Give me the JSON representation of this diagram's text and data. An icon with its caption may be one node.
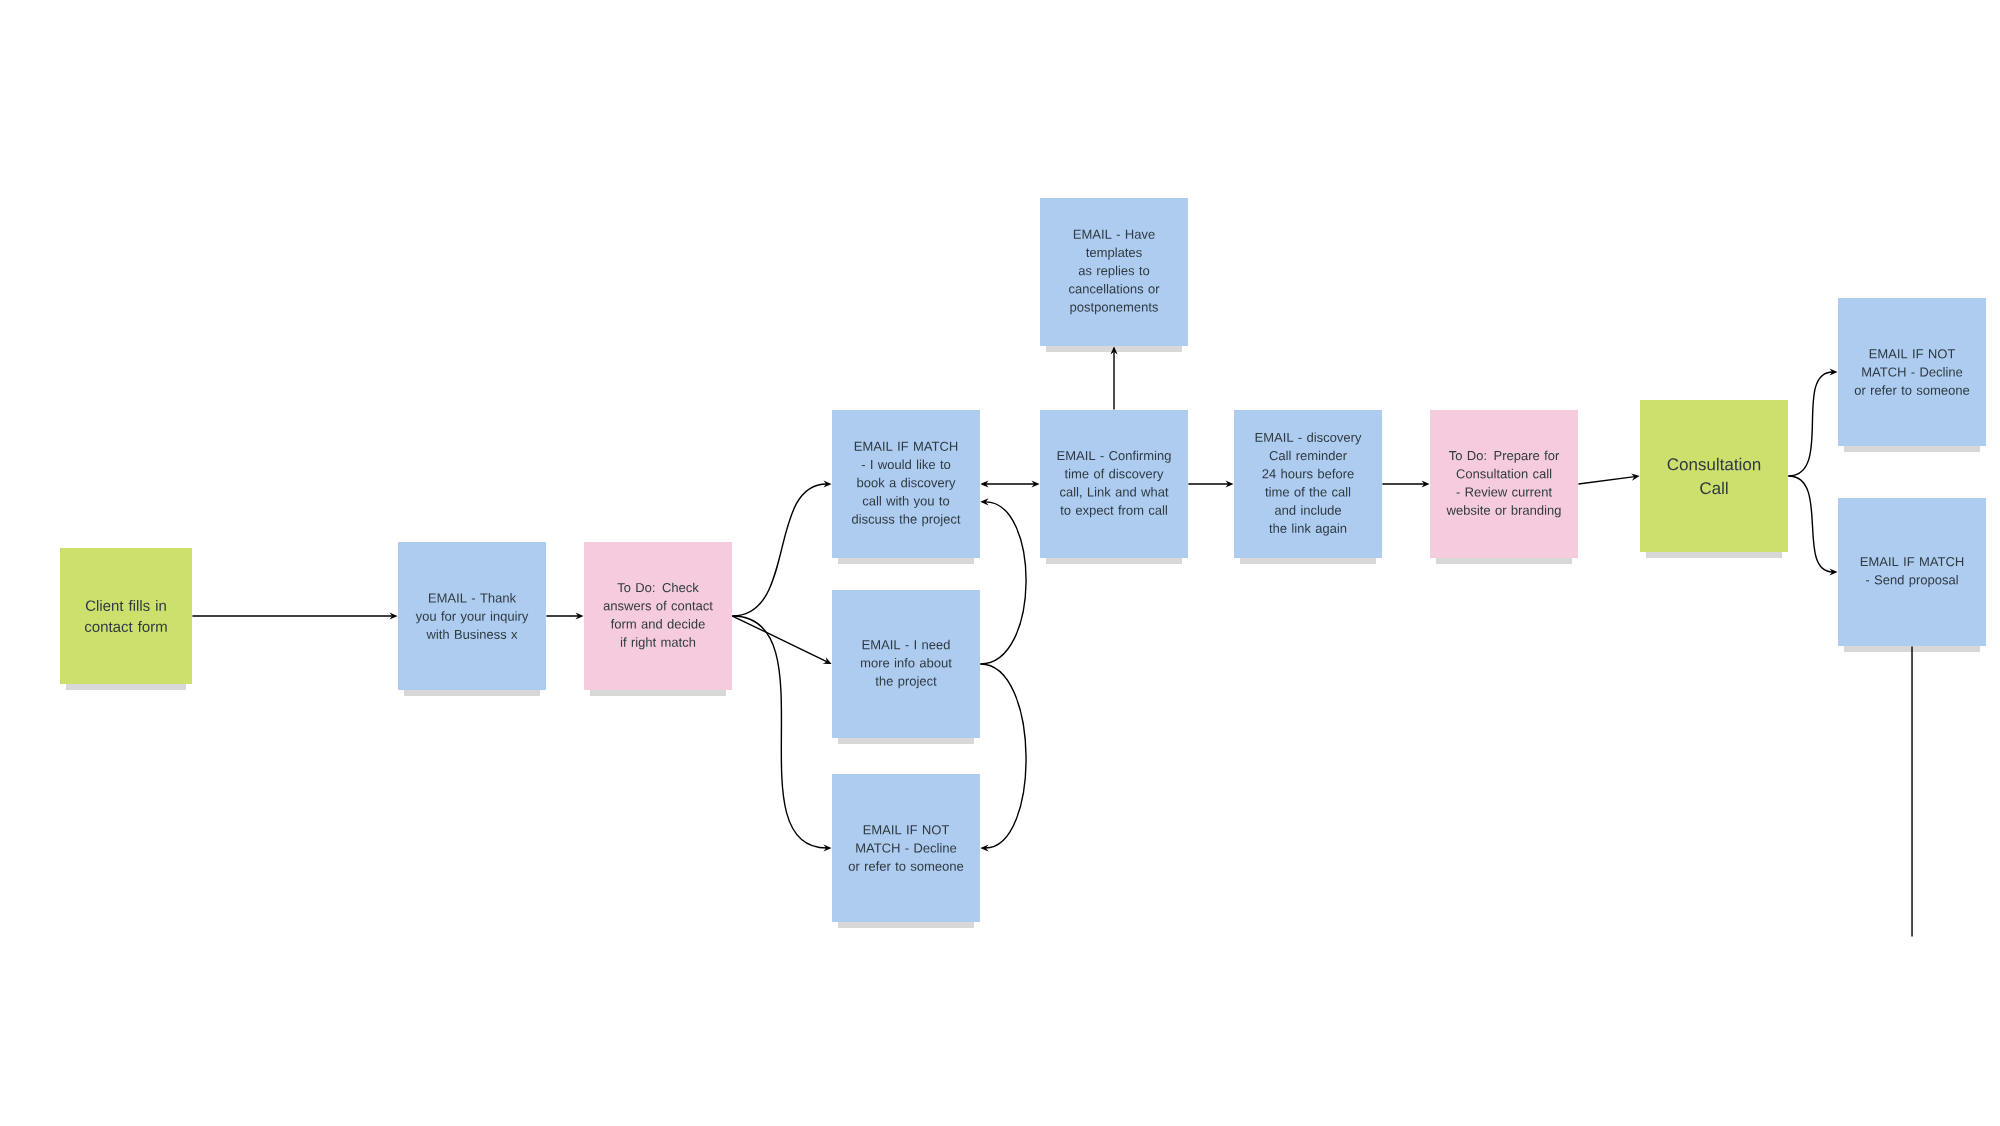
{
  "diagram": {
    "nodes": [
      {
        "text": [
          "Client fills in contact form"
        ]
      },
      {
        "text": [
          "EMAIL - Thank you for your inquiry with Business x"
        ]
      },
      {
        "text": [
          "To Do: Check answers of contact form and decide if right match"
        ]
      },
      {
        "text": [
          "EMAIL IF MATCH - I would like to book a discovery call with you to discuss the project"
        ]
      },
      {
        "text": [
          "EMAIL - I need more info about the project"
        ]
      },
      {
        "text": [
          "EMAIL IF NOT MATCH - Decline or refer to someone"
        ]
      },
      {
        "text": [
          "EMAIL - Confirming time of discovery call, Link and what to expect from call"
        ]
      },
      {
        "text": [
          "EMAIL - Have templates as replies to cancellations or postponements"
        ]
      },
      {
        "text": [
          "EMAIL - discovery Call reminder 24 hours before time of the call and include the link again"
        ]
      },
      {
        "text": [
          "To Do: Prepare for Consultation call - Review current website or branding"
        ]
      },
      {
        "text": [
          "Consultation Call"
        ]
      },
      {
        "text": [
          "EMAIL IF NOT MATCH - Decline or refer to someone"
        ]
      },
      {
        "text": [
          "EMAIL IF MATCH - Send proposal"
        ]
      }
    ],
    "edges": [
      {
        "from": 0,
        "to": 1,
        "arrow": "to"
      },
      {
        "from": 1,
        "to": 2,
        "arrow": "to"
      },
      {
        "from": 2,
        "to": 3,
        "arrow": "to"
      },
      {
        "from": 2,
        "to": 4,
        "arrow": "to"
      },
      {
        "from": 2,
        "to": 5,
        "arrow": "to"
      },
      {
        "from": 3,
        "to": 6,
        "arrow": "both"
      },
      {
        "from": 4,
        "to": 3,
        "arrow": "to"
      },
      {
        "from": 4,
        "to": 5,
        "arrow": "to"
      },
      {
        "from": 6,
        "to": 7,
        "arrow": "to"
      },
      {
        "from": 6,
        "to": 8,
        "arrow": "to"
      },
      {
        "from": 8,
        "to": 9,
        "arrow": "to"
      },
      {
        "from": 9,
        "to": 10,
        "arrow": "to"
      },
      {
        "from": 10,
        "to": 11,
        "arrow": "to"
      },
      {
        "from": 10,
        "to": 12,
        "arrow": "to"
      },
      {
        "from": 12,
        "to": null,
        "arrow": "none"
      }
    ]
  }
}
